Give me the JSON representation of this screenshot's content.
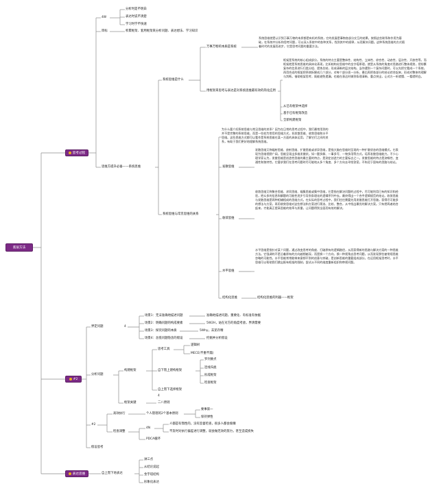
{
  "colors": {
    "branch": "#7c2b86",
    "branch_border": "#5e1f66",
    "line": "#8a8a8a",
    "icon": "#e8b21a"
  },
  "root": {
    "label": "底层方法"
  },
  "b1": {
    "label": "思考过程",
    "n1": {
      "label": "4W",
      "items": [
        "分析时是不明白",
        "表达时说不清楚",
        "学习时学不快速"
      ]
    },
    "mubiao": {
      "label": "目标",
      "text": "积累框架、套用框架来分析问题、表达想法、学习知识"
    },
    "sys": {
      "label": "思维方提升必备——系统思维",
      "what": {
        "label": "系统思维是什么",
        "a": {
          "label": "万事万物的本质是系统",
          "text": "系统思维就是认识到万事万物的本质都是有机的系统，它的发展是事物各部分交互的结果。按照这些联系和作用为基础，在系统中分析和思考问题，可以深入系统中的各种关系，找到其中的规律，从而解决问题。这种系统思维的方式随着时代的发展而进步，它是思考问题的重要方法。"
        },
        "b": {
          "label": "用框架来思考与表达是对系统思维最有效的简化应用",
          "text": "框架是系统的核心组成部分。系统的特点主要是整体性、结构性、立体性、综合性、动态性、层次性、开放性等，而框架就是系统思维的具体化表现，比如结构化思维中的金字塔原理，就是从系统的角度对思路进行整体规划，把纷繁复杂的信息进行归类分组、提炼总结，形成清晰的层次结构。当你遇到一个复杂问题时，可以先把它看成一个系统，再用合适的框架把系统拆解成几个部分，对每个部分逐一分析，最后再把各部分的结论综合起来，形成对整体的理解与判断。借助框架思考，既能避免遗漏，也能在表达时做到条理清晰、重点突出，让对方一听就懂、一看就明白。",
          "items": [
            "从已有框架中选择",
            "基于已有框架改造",
            "全新构建框架"
          ]
        }
      },
      "kinds": {
        "label": "系统思维与常见思维的关系",
        "intro": "为什么要介绍系统思维与常见思维的关系？因为在日常的思考过程中，我们最常用到的并不是完整的系统思维，而是一些较为常用的思维方式，如发散思维、收敛思维和水平思维。这些思维方式都可以看作是系统思维在某一方面的具体运用，了解它们之间的关系，有助于我们更好地理解系统思维。",
        "fs": {
          "label": "发散思维",
          "text": "发散思维又称辐射思维、放射思维、扩散思维或求异思维，是指大脑在思维时呈现的一种扩散状态的思维模式，它表现为思维视野广阔，思维呈现出多维发散状。如一题多解、一事多写、一物多用等方式，培养发散思维能力。不少心理学家认为，发散思维是创造性思维的最主要的特点，是测定创造力的主要标志之一。发散思维的特点是流畅性、变通性和独特性，它要求我们在思考问题时尽可能地从多个角度、多个方向去寻找答案，不拘泥于固有的思路与结论。"
        },
        "sl": {
          "label": "收敛思维",
          "text": "收敛思维又称聚合思维、求同思维、辐集思维或集中思维，它是指在解决问题的过程中，尽可能利用已有的知识和经验，把众多的信息和解题的可能性逐步引导到条理化的逻辑序列中去，最终得出一个合乎逻辑规范的结论。收敛思维与发散思维是两种相辅相成的思维方式，在实际的思考过程中，我们往往需要先用发散思维打开思路，获得尽可能多的想法与方案，再用收敛思维对这些想法和方案进行筛选、比较、整合，从中找出最优的解决方案。只有把两者结合起来，才能真正提高思维的效率与质量，让问题得到全面而有效的解决。"
        },
        "sp": {
          "label": "水平思维",
          "text": "水平思维是指针对某个问题，通过改变思考的角度、打破原有的逻辑路径，从而获得新的思路与解决方案的一种思维方法。它强调的不是沿着原有的方向越想越深，而是换一个方向、换一种视角去思考问题，从而发现那些被常规思维忽略的可能性。水平思维常常能带来意想不到的创意与突破，是创新思维的重要组成部分。在运用框架思考时，水平思维可以帮助我们跳出既有框架的限制，尝试从不同的维度重新组织和审视问题。"
        },
        "jg": {
          "label": "结构化思维",
          "text": "结构化思维的利器——框架"
        }
      }
    }
  },
  "b2": {
    "label": "#2",
    "jj": {
      "label": "界定问题",
      "mark": "4",
      "items": [
        {
          "label": "场景1：无法准确地描述问题",
          "note": "准确地描述问题，重要化、有标准有依据"
        },
        {
          "label": "场景2：明确问题的构成要素",
          "note": "5W2H，站在对方的角度考虑，界清需要"
        },
        {
          "label": "场景3：探究问题的本质",
          "note": "5Why，去芜存精"
        },
        {
          "label": "场景4：总揽问题隐含的假设",
          "note": "挖掘并分析假设"
        }
      ]
    },
    "fx": {
      "label": "分析问题",
      "kj": {
        "label": "构建框架",
        "sk": {
          "label": "思考工具",
          "items": [
            "逻辑树",
            "MECE(不重不漏)"
          ]
        },
        "gj": {
          "label": "自下而上建构框架",
          "items": [
            "罗列要点",
            "连线归类",
            "形成框架",
            "检查框架"
          ]
        },
        "zs": {
          "label": "自上而下选择框架",
          "mark": "4"
        }
      },
      "kyjz": {
        "label": "框架关键",
        "note": "二八原则"
      }
    },
    "jq": {
      "label": "#2",
      "gx": {
        "label": "高效执行",
        "sub": "个人管理的2个基本原则",
        "items": [
          "要事第一",
          "保持弹性"
        ]
      },
      "jc": {
        "label": "检查调整",
        "sub": "4N",
        "items": [
          "人都是有惰性的，没有监督检查，很多人都会偷懒",
          "不及时对执行偏差进行调整，就会做无效的努力，甚至造成损失"
        ],
        "pdca": "PDCA循环"
      }
    },
    "fs": {
      "label": "假设思考"
    }
  },
  "b3": {
    "label": "表达思维",
    "sub": "自上而下地表达",
    "items": [
      "讲三点",
      "从结论说起",
      "金字塔结构",
      "形象化表达"
    ]
  }
}
